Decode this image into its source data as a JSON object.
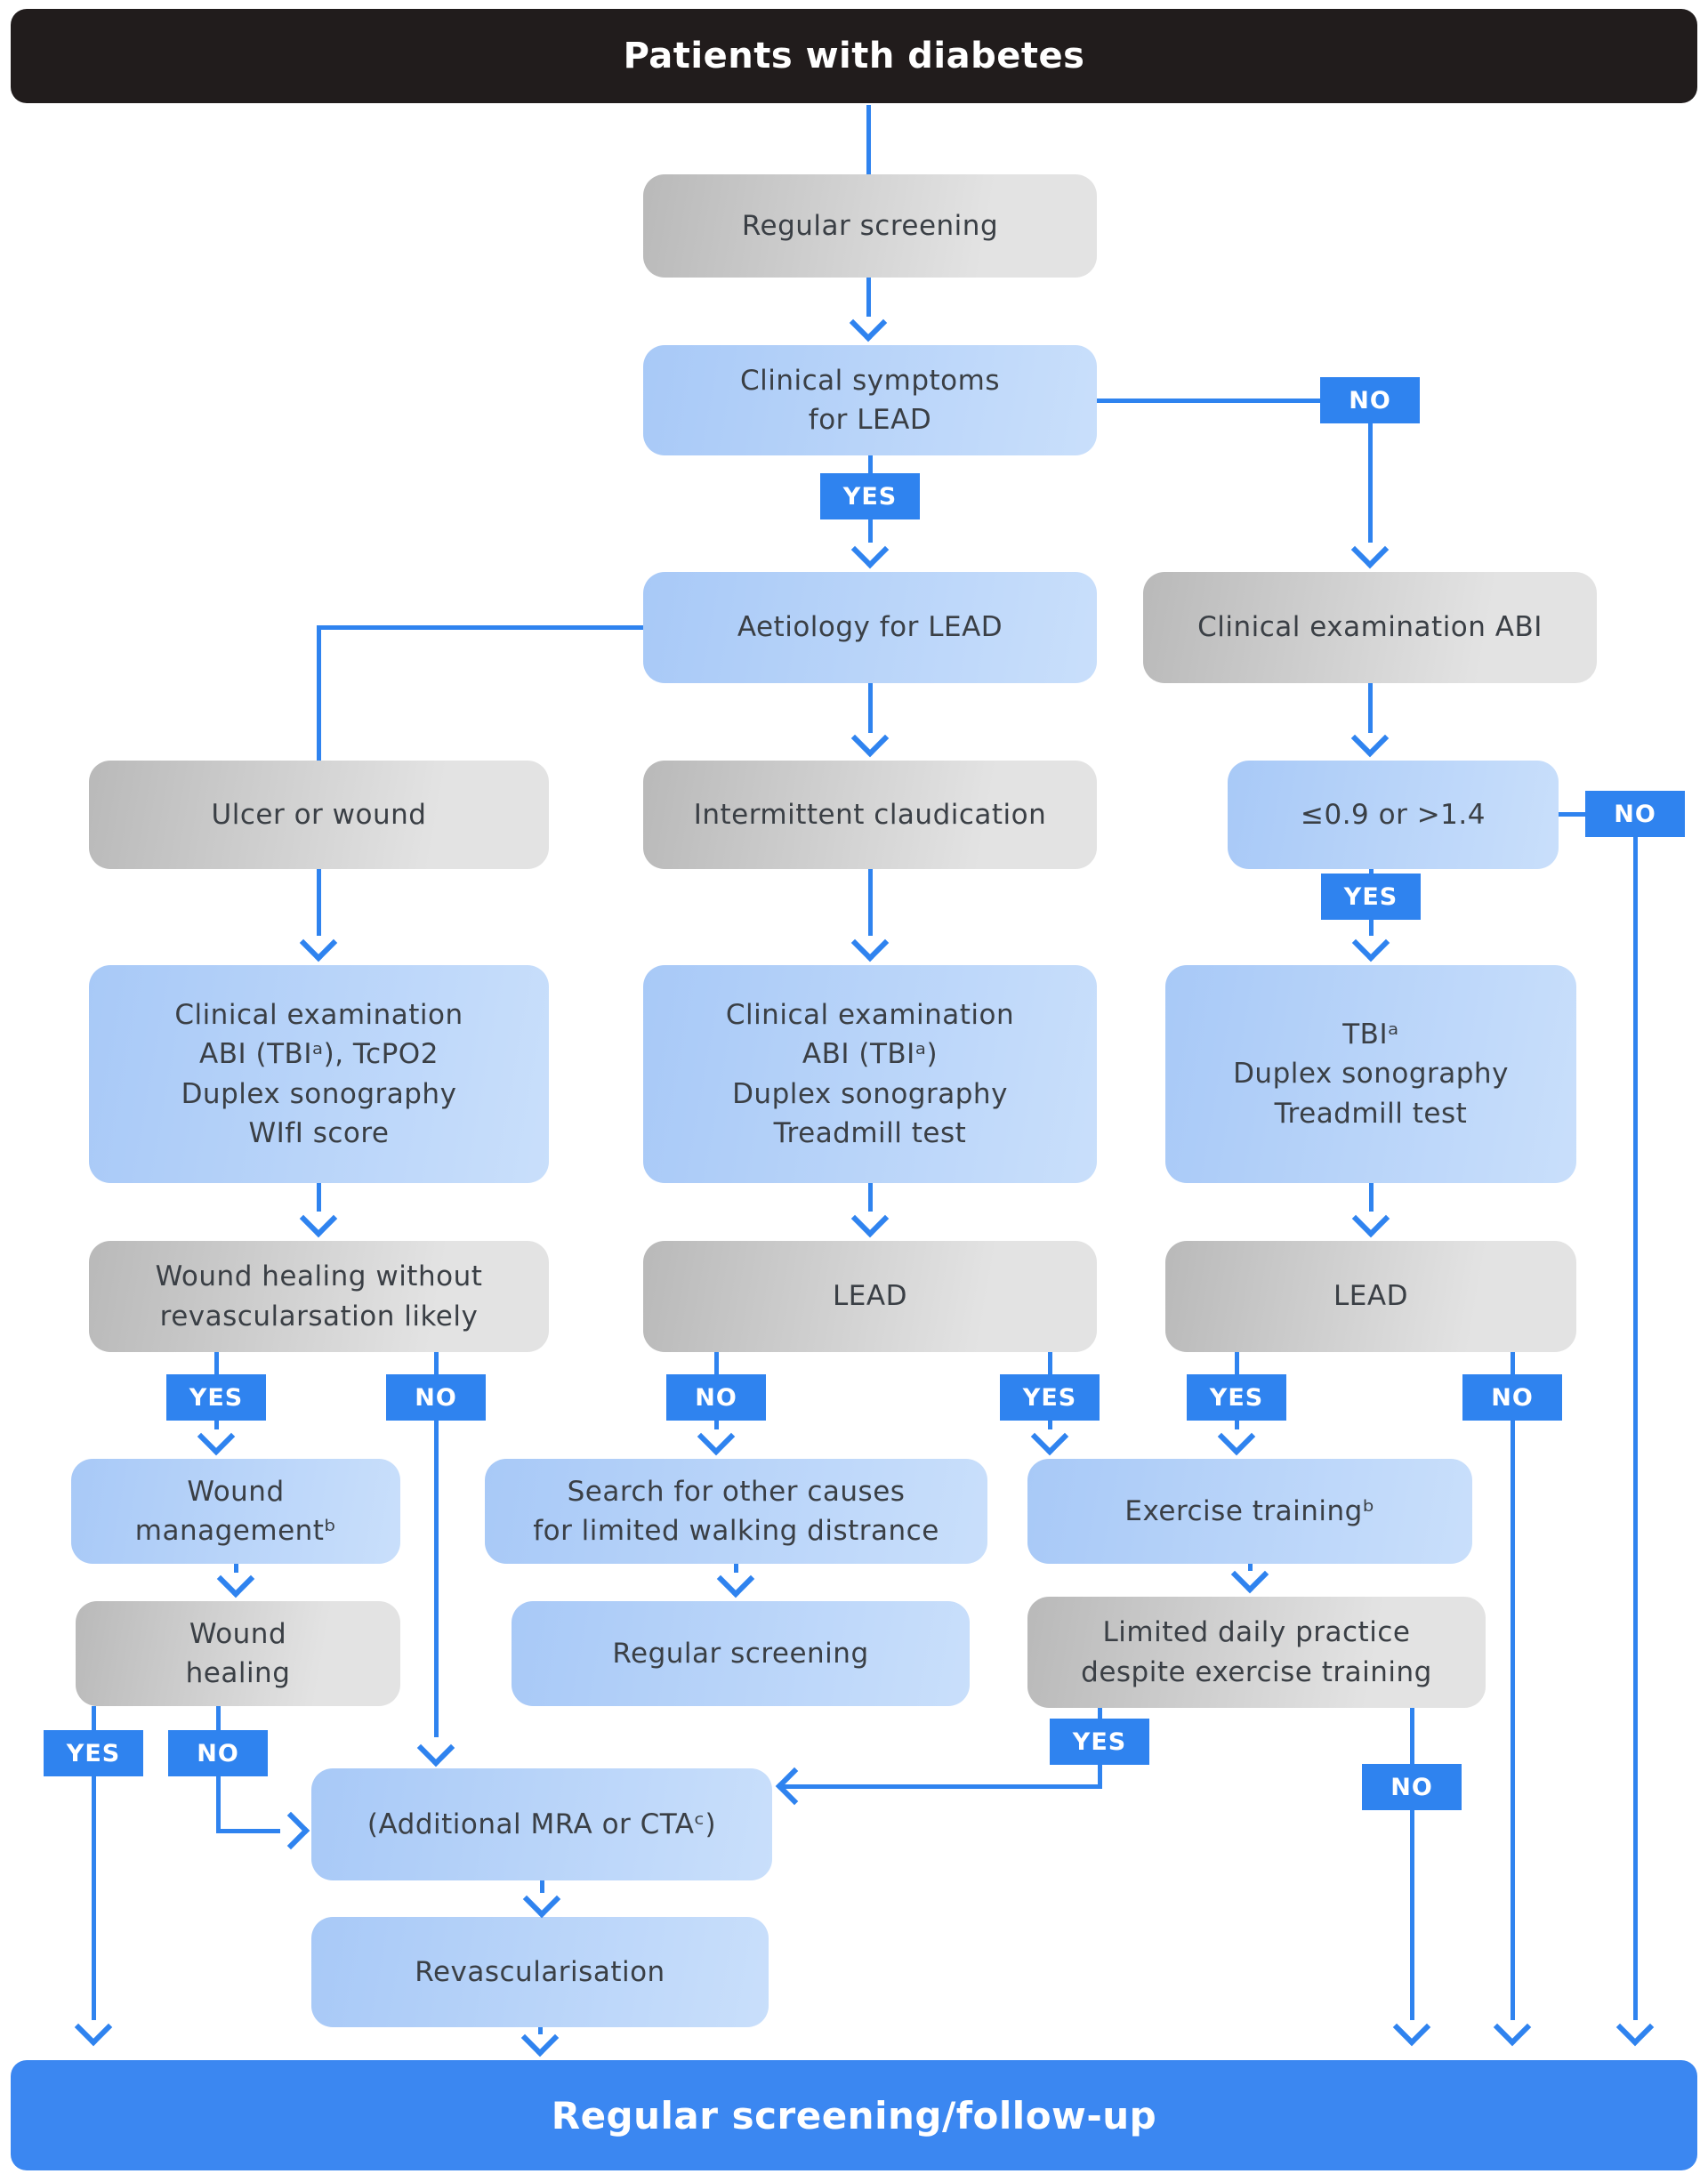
{
  "header": {
    "title": "Patients with diabetes"
  },
  "footer": {
    "title": "Regular screening/follow-up"
  },
  "decision_labels": {
    "yes": "YES",
    "no": "NO"
  },
  "colors": {
    "accent_blue": "#2f83ef",
    "node_blue_a": "#a8c9f7",
    "node_blue_b": "#c9dffb",
    "node_gray_a": "#b9b9b9",
    "node_gray_b": "#e3e3e3",
    "header_bg": "#211c1c",
    "footer_bg": "#3b87f1",
    "text_dark": "#3a3f45"
  },
  "nodes": {
    "regular_screening_top": "Regular screening",
    "clinical_symptoms": "Clinical symptoms\nfor LEAD",
    "aetiology": "Aetiology for LEAD",
    "clinical_examination_abi": "Clinical examination ABI",
    "ulcer_or_wound": "Ulcer or wound",
    "intermittent_claudication": "Intermittent claudication",
    "abi_range": "≤0.9 or >1.4",
    "exam_ulcer": "Clinical examination\nABI (TBIᵃ), TcPO2\nDuplex sonography\nWIfI score",
    "exam_claudication": "Clinical examination\nABI (TBIᵃ)\nDuplex sonography\nTreadmill test",
    "exam_abnormal_abi": "TBIᵃ\nDuplex sonography\nTreadmill test",
    "wound_healing_likely": "Wound healing without\nrevascularsation likely",
    "lead_mid": "LEAD",
    "lead_right": "LEAD",
    "wound_management": "Wound\nmanagementᵇ",
    "search_other_causes": "Search for other causes\nfor limited walking distrance",
    "exercise_training": "Exercise trainingᵇ",
    "wound_healing": "Wound\nhealing",
    "regular_screening_mid": "Regular screening",
    "limited_daily_practice": "Limited daily practice\ndespite exercise training",
    "additional_mra_cta": "(Additional MRA or CTAᶜ)",
    "revascularisation": "Revascularisation"
  }
}
